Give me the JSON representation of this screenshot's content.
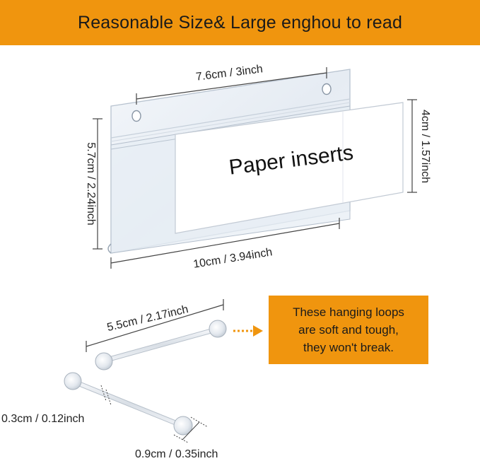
{
  "banner": {
    "title": "Reasonable Size& Large enghou to read",
    "background": "#f0950e"
  },
  "holder": {
    "insert_text": "Paper inserts",
    "dim_top": "7.6cm / 3inch",
    "dim_left": "5.7cm / 2.24inch",
    "dim_right": "4cm / 1.57inch",
    "dim_bottom": "10cm / 3.94inch"
  },
  "loops": {
    "dim_length": "5.5cm / 2.17inch",
    "dim_thickness": "0.3cm / 0.12inch",
    "dim_head": "0.9cm / 0.35inch"
  },
  "callout": {
    "lines": [
      "These hanging loops",
      "are soft and tough,",
      "they won't break."
    ],
    "arrow_color": "#f0950e"
  }
}
